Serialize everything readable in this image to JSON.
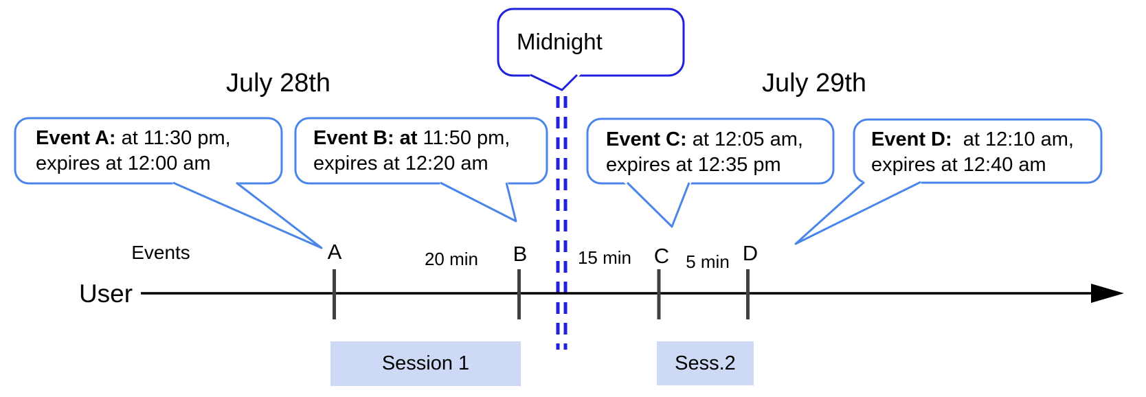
{
  "dates": {
    "left": "July 28th",
    "right": "July 29th"
  },
  "midnight_callout": {
    "label": "Midnight"
  },
  "event_callouts": [
    {
      "bold": "Event A:",
      "rest": " at 11:30 pm,",
      "line2": "expires at 12:00 am"
    },
    {
      "bold": "Event B: at",
      "rest": " 11:50 pm,",
      "line2": "expires at 12:20 am"
    },
    {
      "bold": "Event C:",
      "rest": " at 12:05 am,",
      "line2": "expires at 12:35 pm"
    },
    {
      "bold": "Event D:",
      "rest": "  at 12:10 am,",
      "line2": "expires at 12:40 am"
    }
  ],
  "timeline": {
    "row_label": "User",
    "events_label": "Events",
    "ticks": [
      "A",
      "B",
      "C",
      "D"
    ],
    "intervals": [
      "20 min",
      "15 min",
      "5 min"
    ]
  },
  "sessions": [
    "Session 1",
    "Sess.2"
  ],
  "colors": {
    "callout_border": "#4a86e8",
    "midnight_blue": "#2222dd",
    "session_fill": "#cdd9f5",
    "tick_gray": "#404040"
  }
}
